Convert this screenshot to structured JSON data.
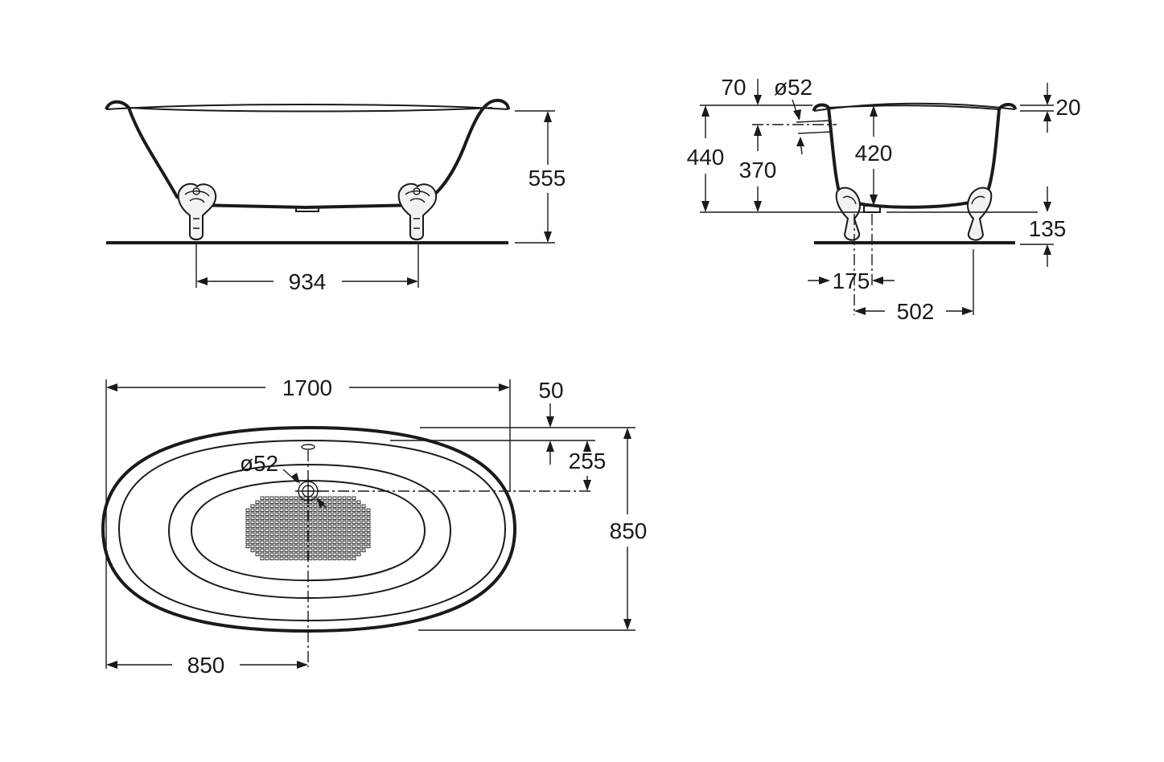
{
  "side_view": {
    "height_label": "555",
    "feet_spacing_label": "934"
  },
  "end_view": {
    "overflow_offset_label": "70",
    "overflow_diameter_label": "ø52",
    "total_height_label": "440",
    "overflow_height_label": "370",
    "inner_depth_label": "420",
    "rim_thickness_label": "20",
    "base_clearance_label": "135",
    "drain_offset_label": "175",
    "feet_spacing_label": "502"
  },
  "top_view": {
    "length_label": "1700",
    "rim_offset_label": "50",
    "drain_offset_label": "255",
    "width_label": "850",
    "drain_diameter_label": "ø52",
    "half_length_label": "850"
  }
}
